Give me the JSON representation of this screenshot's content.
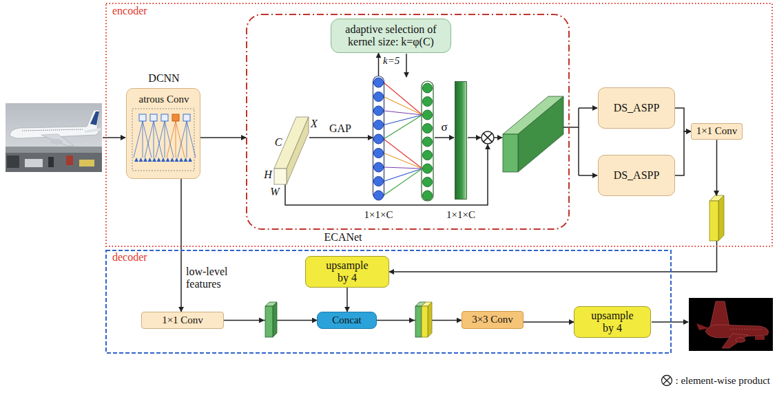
{
  "diagram": {
    "nodes": [
      {
        "text": [
          "encoder"
        ]
      },
      {
        "text": [
          "DCNN",
          "atrous Conv"
        ],
        "in": 0
      },
      {
        "text": [
          "ECANet"
        ],
        "in": 0
      },
      {
        "text": [
          "adaptive selection of kernel size: k=φ(C)"
        ],
        "in": 2
      },
      {
        "text": [
          "X",
          "C",
          "H",
          "W"
        ],
        "in": 2
      },
      {
        "text": [
          "1×1×C"
        ],
        "in": 2
      },
      {
        "text": [
          "1×1×C"
        ],
        "in": 2
      },
      {
        "text": [
          "DS_ASPP"
        ],
        "in": 0
      },
      {
        "text": [
          "DS_ASPP"
        ],
        "in": 0
      },
      {
        "text": [
          "1×1 Conv"
        ],
        "in": 0
      },
      {
        "text": [
          "decoder"
        ]
      },
      {
        "text": [
          "upsample by 4"
        ],
        "in": 10
      },
      {
        "text": [
          "1×1 Conv"
        ],
        "in": 10
      },
      {
        "text": [
          "Concat"
        ],
        "in": 10
      },
      {
        "text": [
          "3×3 Conv"
        ],
        "in": 10
      },
      {
        "text": [
          "upsample by 4"
        ],
        "in": 10
      }
    ],
    "edges": [
      {
        "from": 1,
        "to": 2,
        "arrow": "to"
      },
      {
        "from": 4,
        "to": 5,
        "label": "GAP",
        "arrow": "to"
      },
      {
        "from": 5,
        "to": 3,
        "arrow": "to"
      },
      {
        "from": 7,
        "to": 9,
        "arrow": "to"
      },
      {
        "from": 8,
        "to": 9,
        "arrow": "to"
      },
      {
        "from": 9,
        "to": 11,
        "arrow": "to"
      },
      {
        "from": 1,
        "to": 12,
        "label": "low-level features",
        "arrow": "to"
      },
      {
        "from": 12,
        "to": 13,
        "arrow": "to"
      },
      {
        "from": 11,
        "to": 13,
        "arrow": "to"
      },
      {
        "from": 13,
        "to": 14,
        "arrow": "to"
      },
      {
        "from": 14,
        "to": 15,
        "arrow": "to"
      }
    ],
    "labels": [
      "k=5",
      "σ"
    ],
    "legend": [
      {
        "text": ": element-wise product"
      }
    ]
  }
}
